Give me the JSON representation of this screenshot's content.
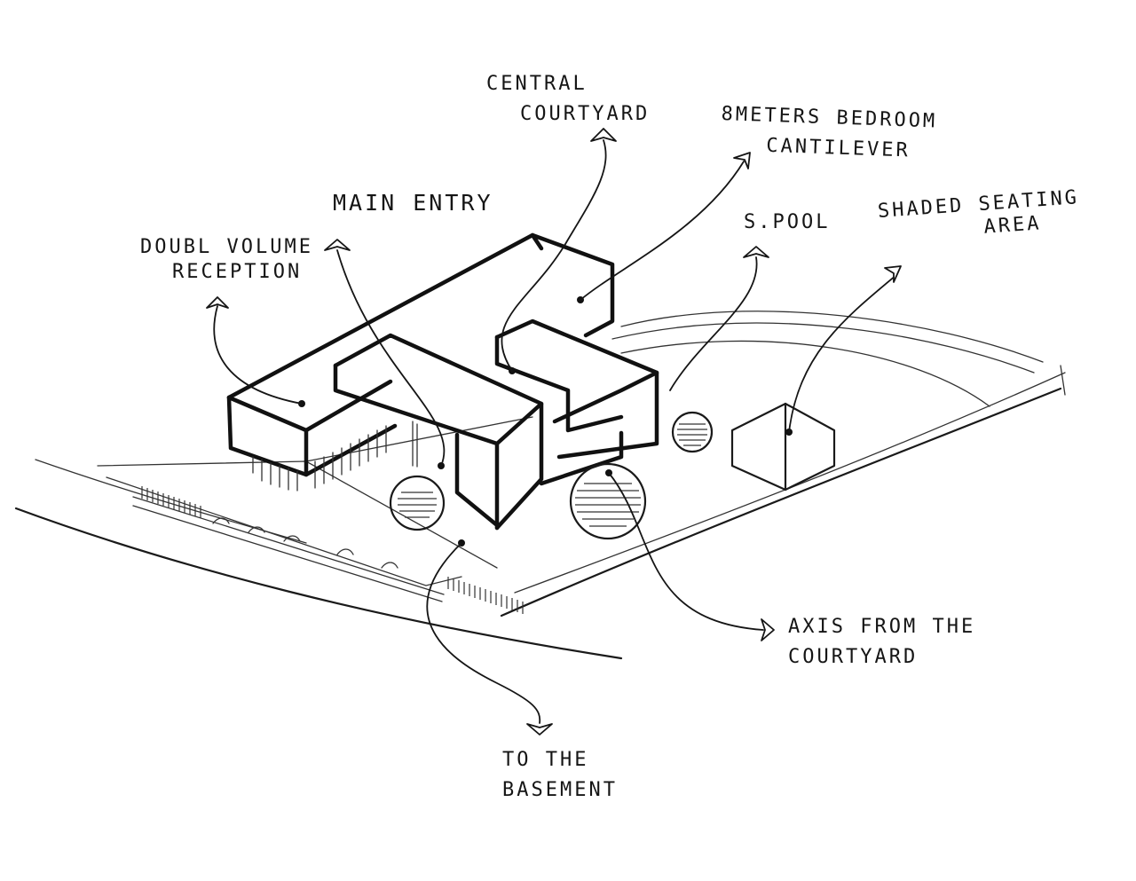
{
  "labels": {
    "central_courtyard": [
      "CENTRAL",
      "COURTYARD"
    ],
    "bedroom_cantilever": [
      "8METERS BEDROOM",
      "CANTILEVER"
    ],
    "main_entry": [
      "MAIN ENTRY"
    ],
    "double_volume": [
      "DOUBL VOLUME",
      "RECEPTION"
    ],
    "pool": [
      "S.POOL"
    ],
    "shaded_seating": [
      "SHADED SEATING",
      "AREA"
    ],
    "axis": [
      "AXIS FROM THE",
      "COURTYARD"
    ],
    "basement": [
      "TO THE",
      "BASEMENT"
    ]
  },
  "colors": {
    "ink": "#151515",
    "paper": "#ffffff"
  }
}
